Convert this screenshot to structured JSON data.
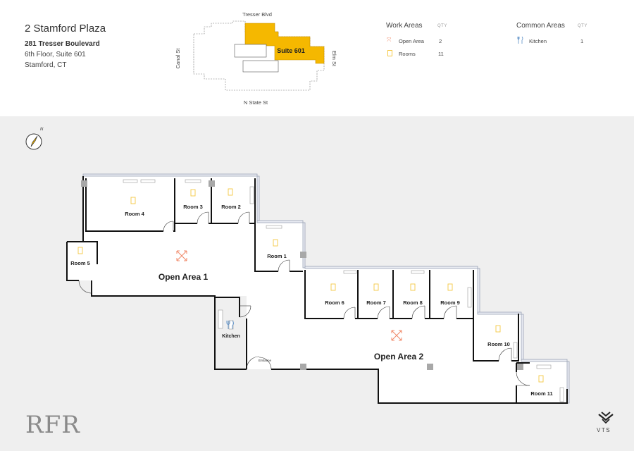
{
  "building": {
    "name": "2 Stamford Plaza",
    "street": "281 Tresser Boulevard",
    "suite": "6th Floor, Suite 601",
    "city": "Stamford, CT"
  },
  "keyplan": {
    "north_street": "Tresser Blvd",
    "south_street": "N State St",
    "west_street": "Canal St",
    "east_street": "Elm St",
    "suite_label": "Suite 601",
    "highlight_color": "#f5b800"
  },
  "legend": {
    "work_areas": {
      "title": "Work Areas",
      "qty_label": "QTY",
      "items": [
        {
          "label": "Open Area",
          "qty": "2",
          "icon": "open-area-icon",
          "color": "#f08a6a"
        },
        {
          "label": "Rooms",
          "qty": "11",
          "icon": "room-icon",
          "color": "#f5c842"
        }
      ]
    },
    "common_areas": {
      "title": "Common Areas",
      "qty_label": "QTY",
      "items": [
        {
          "label": "Kitchen",
          "qty": "1",
          "icon": "kitchen-icon",
          "color": "#5b8fc7"
        }
      ]
    }
  },
  "compass": {
    "label": "N"
  },
  "floorplan": {
    "rooms": {
      "room1": "Room 1",
      "room2": "Room 2",
      "room3": "Room 3",
      "room4": "Room 4",
      "room5": "Room 5",
      "room6": "Room 6",
      "room7": "Room 7",
      "room8": "Room 8",
      "room9": "Room 9",
      "room10": "Room 10",
      "room11": "Room 11"
    },
    "open_area_1": "Open Area 1",
    "open_area_2": "Open Area 2",
    "kitchen": "Kitchen",
    "entrance": "Entrance"
  },
  "footer": {
    "brand": "RFR",
    "vts": "VTS"
  }
}
